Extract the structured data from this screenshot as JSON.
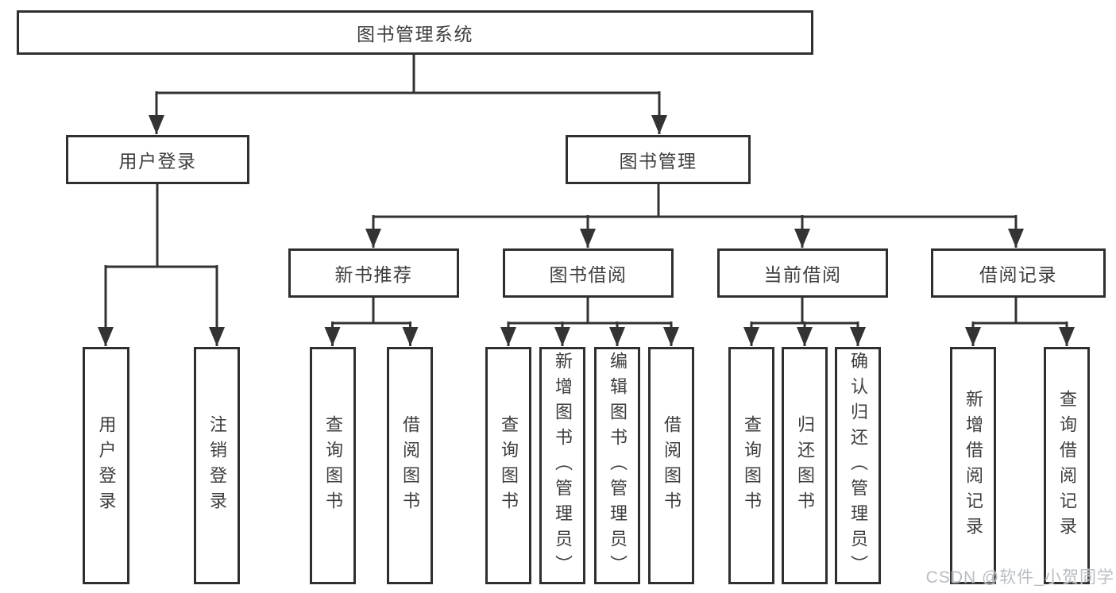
{
  "tree": {
    "root": {
      "label": "图书管理系统",
      "children": [
        {
          "label": "用户登录",
          "children": [
            {
              "label": "用户登录"
            },
            {
              "label": "注销登录"
            }
          ]
        },
        {
          "label": "图书管理",
          "children": [
            {
              "label": "新书推荐",
              "children": [
                {
                  "label": "查询图书"
                },
                {
                  "label": "借阅图书"
                }
              ]
            },
            {
              "label": "图书借阅",
              "children": [
                {
                  "label": "查询图书"
                },
                {
                  "label": "新增图书（管理员）"
                },
                {
                  "label": "编辑图书（管理员）"
                },
                {
                  "label": "借阅图书"
                }
              ]
            },
            {
              "label": "当前借阅",
              "children": [
                {
                  "label": "查询图书"
                },
                {
                  "label": "归还图书"
                },
                {
                  "label": "确认归还（管理员）"
                }
              ]
            },
            {
              "label": "借阅记录",
              "children": [
                {
                  "label": "新增借阅记录"
                },
                {
                  "label": "查询借阅记录"
                }
              ]
            }
          ]
        }
      ]
    }
  },
  "watermark": {
    "text": "CSDN @软件_小贺同学"
  },
  "colors": {
    "line": "#333333",
    "border": "#2f2f2f",
    "text": "#3d3d3d",
    "watermark": "#b9bdc2",
    "background": "#ffffff"
  }
}
